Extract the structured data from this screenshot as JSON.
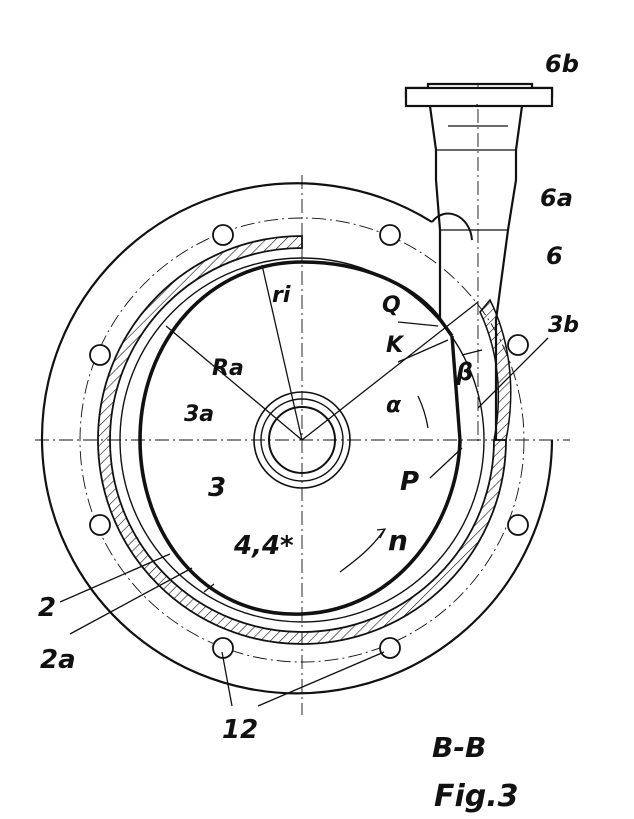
{
  "figure": {
    "section": "B-B",
    "caption": "Fig.3"
  },
  "labels": {
    "outlet_flange": "6b",
    "outlet_taper": "6a",
    "outlet_pipe": "6",
    "point_q": "Q",
    "point_k": "K",
    "tongue_3b": "3b",
    "radius_inner": "ri",
    "radius_outer": "Ra",
    "angle_beta": "β",
    "angle_alpha": "α",
    "wall_3a": "3a",
    "volute_3": "3",
    "point_p": "P",
    "impeller": "4,4*",
    "rotation": "n",
    "casing_2": "2",
    "casing_2a": "2a",
    "bolts_12": "12"
  }
}
